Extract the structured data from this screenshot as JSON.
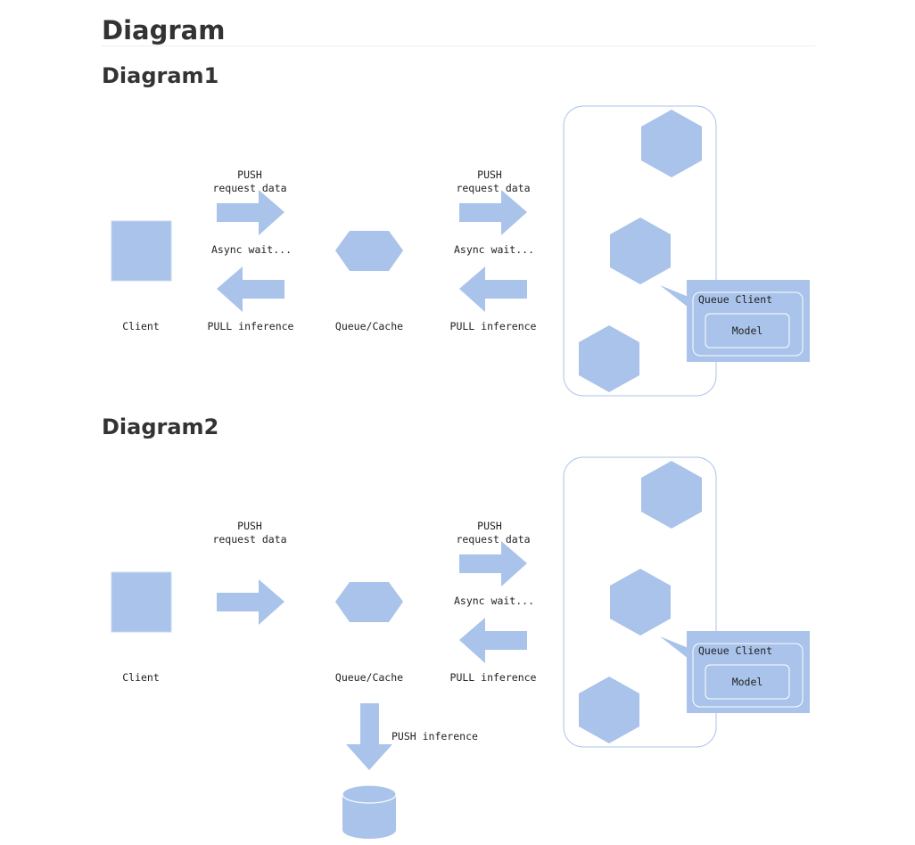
{
  "page": {
    "title": "Diagram"
  },
  "colors": {
    "shape_fill": "#a9c3ea",
    "shape_stroke": "#8fb1e0",
    "container_border": "#a9c3ea",
    "text": "#222222",
    "heading": "#333333"
  },
  "diagram1": {
    "title": "Diagram1",
    "push_label_top": [
      "PUSH",
      "request data"
    ],
    "async_label_1": "Async wait...",
    "pull_label_1": "PULL inference",
    "push2_label_top": [
      "PUSH",
      "request data"
    ],
    "async_label_2": "Async wait...",
    "pull_label_2": "PULL inference",
    "client_label": "Client",
    "queue_label": "Queue/Cache",
    "queue_client_label": "Queue Client",
    "model_label": "Model"
  },
  "diagram2": {
    "title": "Diagram2",
    "push_label_top": [
      "PUSH",
      "request data"
    ],
    "push2_label_top": [
      "PUSH",
      "request data"
    ],
    "async_label_2": "Async wait...",
    "pull_label_2": "PULL inference",
    "client_label": "Client",
    "queue_label": "Queue/Cache",
    "queue_client_label": "Queue Client",
    "model_label": "Model",
    "push_inference_label": "PUSH inference"
  }
}
